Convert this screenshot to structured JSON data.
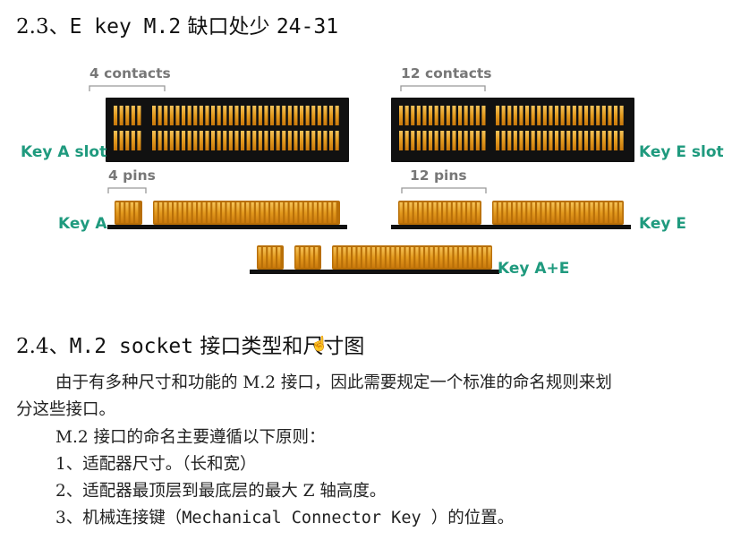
{
  "section_a": {
    "number": "2.3、",
    "latin": "E key M.2",
    "cjk": "缺口处少",
    "pins": "24-31"
  },
  "diagram": {
    "contacts_a": "4 contacts",
    "contacts_e": "12 contacts",
    "pins_a": "4 pins",
    "pins_e": "12 pins",
    "label_key_a_slot": "Key A slot",
    "label_key_e_slot": "Key E slot",
    "label_key_a": "Key A",
    "label_key_e": "Key E",
    "label_key_ae": "Key A+E",
    "colors": {
      "teal": "#1f9a7e",
      "gold": "#e09a1c",
      "black": "#111111"
    }
  },
  "section_b": {
    "number": "2.4、",
    "latin": "M.2 socket",
    "cjk": "接口类型和尺寸图"
  },
  "body": {
    "para1_line1": "由于有多种尺寸和功能的 M.2 接口，因此需要规定一个标准的命名规则来划",
    "para1_line2": "分这些接口。",
    "para2": "M.2 接口的命名主要遵循以下原则：",
    "item1": "1、适配器尺寸。（长和宽）",
    "item2": "2、适配器最顶层到最底层的最大 Z 轴高度。",
    "item3_prefix": "3、机械连接键（",
    "item3_mono": "Mechanical Connector Key ",
    "item3_suffix": "）的位置。"
  }
}
